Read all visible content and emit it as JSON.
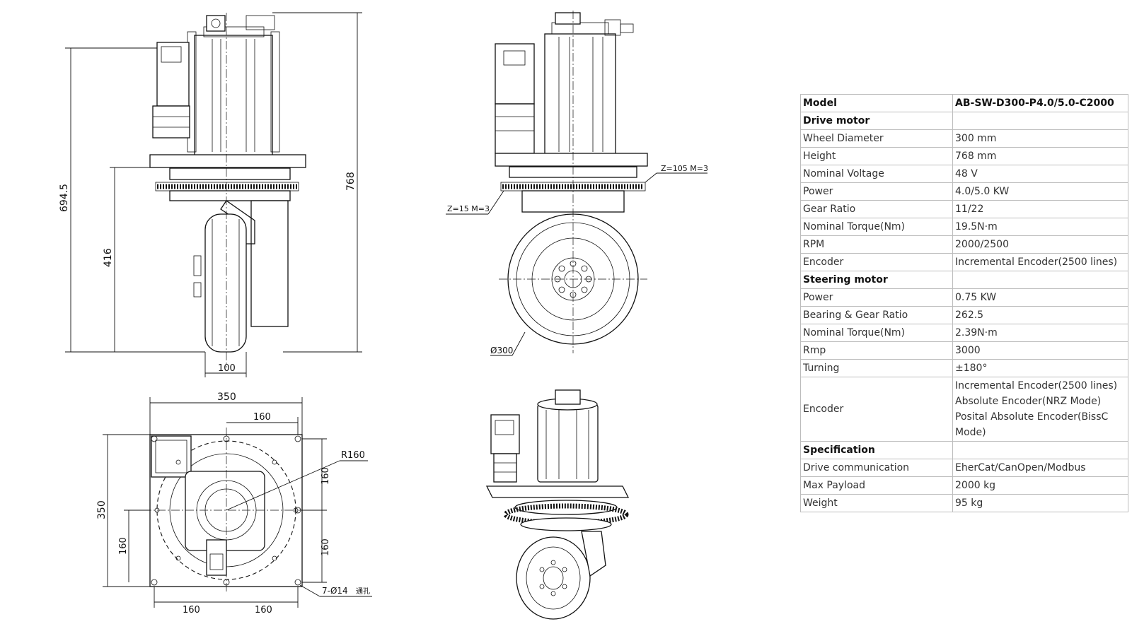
{
  "drawing": {
    "front_view": {
      "dim_height_total": "768",
      "dim_height_mid": "694.5",
      "dim_height_low": "416",
      "dim_wheel_width": "100"
    },
    "side_view": {
      "gear_large": "Z=105 M=3",
      "gear_small": "Z=15 M=3",
      "wheel_diameter": "Ø300"
    },
    "top_view": {
      "dim_width": "350",
      "dim_height": "350",
      "dim_top_half": "160",
      "dim_right_upper": "160",
      "dim_right_lower": "160",
      "dim_left_lower": "160",
      "dim_bottom_left": "160",
      "dim_bottom_right": "160",
      "dim_radius": "R160",
      "dim_holes": "7-Ø14",
      "dim_holes_note": "通孔"
    }
  },
  "spec_table": {
    "rows": [
      {
        "label": "Model",
        "value": "AB-SW-D300-P4.0/5.0-C2000",
        "header": true
      },
      {
        "label": "Drive motor",
        "value": "",
        "header": true
      },
      {
        "label": "Wheel Diameter",
        "value": "300 mm"
      },
      {
        "label": "Height",
        "value": "768 mm"
      },
      {
        "label": "Nominal Voltage",
        "value": "48 V"
      },
      {
        "label": "Power",
        "value": "4.0/5.0 KW"
      },
      {
        "label": "Gear Ratio",
        "value": "11/22"
      },
      {
        "label": "Nominal Torque(Nm)",
        "value": "19.5N·m"
      },
      {
        "label": "RPM",
        "value": "2000/2500"
      },
      {
        "label": "Encoder",
        "value": "Incremental Encoder(2500 lines)"
      },
      {
        "label": "Steering motor",
        "value": "",
        "header": true
      },
      {
        "label": "Power",
        "value": "0.75 KW"
      },
      {
        "label": "Bearing & Gear Ratio",
        "value": "262.5"
      },
      {
        "label": "Nominal Torque(Nm)",
        "value": "2.39N·m"
      },
      {
        "label": "Rmp",
        "value": "3000"
      },
      {
        "label": "Turning",
        "value": "±180°"
      },
      {
        "label": "Encoder",
        "values": [
          "Incremental Encoder(2500 lines)",
          "Absolute Encoder(NRZ Mode)",
          "Posital Absolute Encoder(BissC",
          "Mode)"
        ]
      },
      {
        "label": "Specification",
        "value": "",
        "header": true
      },
      {
        "label": "Drive communication",
        "value": "EherCat/CanOpen/Modbus"
      },
      {
        "label": "Max Payload",
        "value": "2000 kg"
      },
      {
        "label": "Weight",
        "value": "95 kg"
      }
    ]
  }
}
